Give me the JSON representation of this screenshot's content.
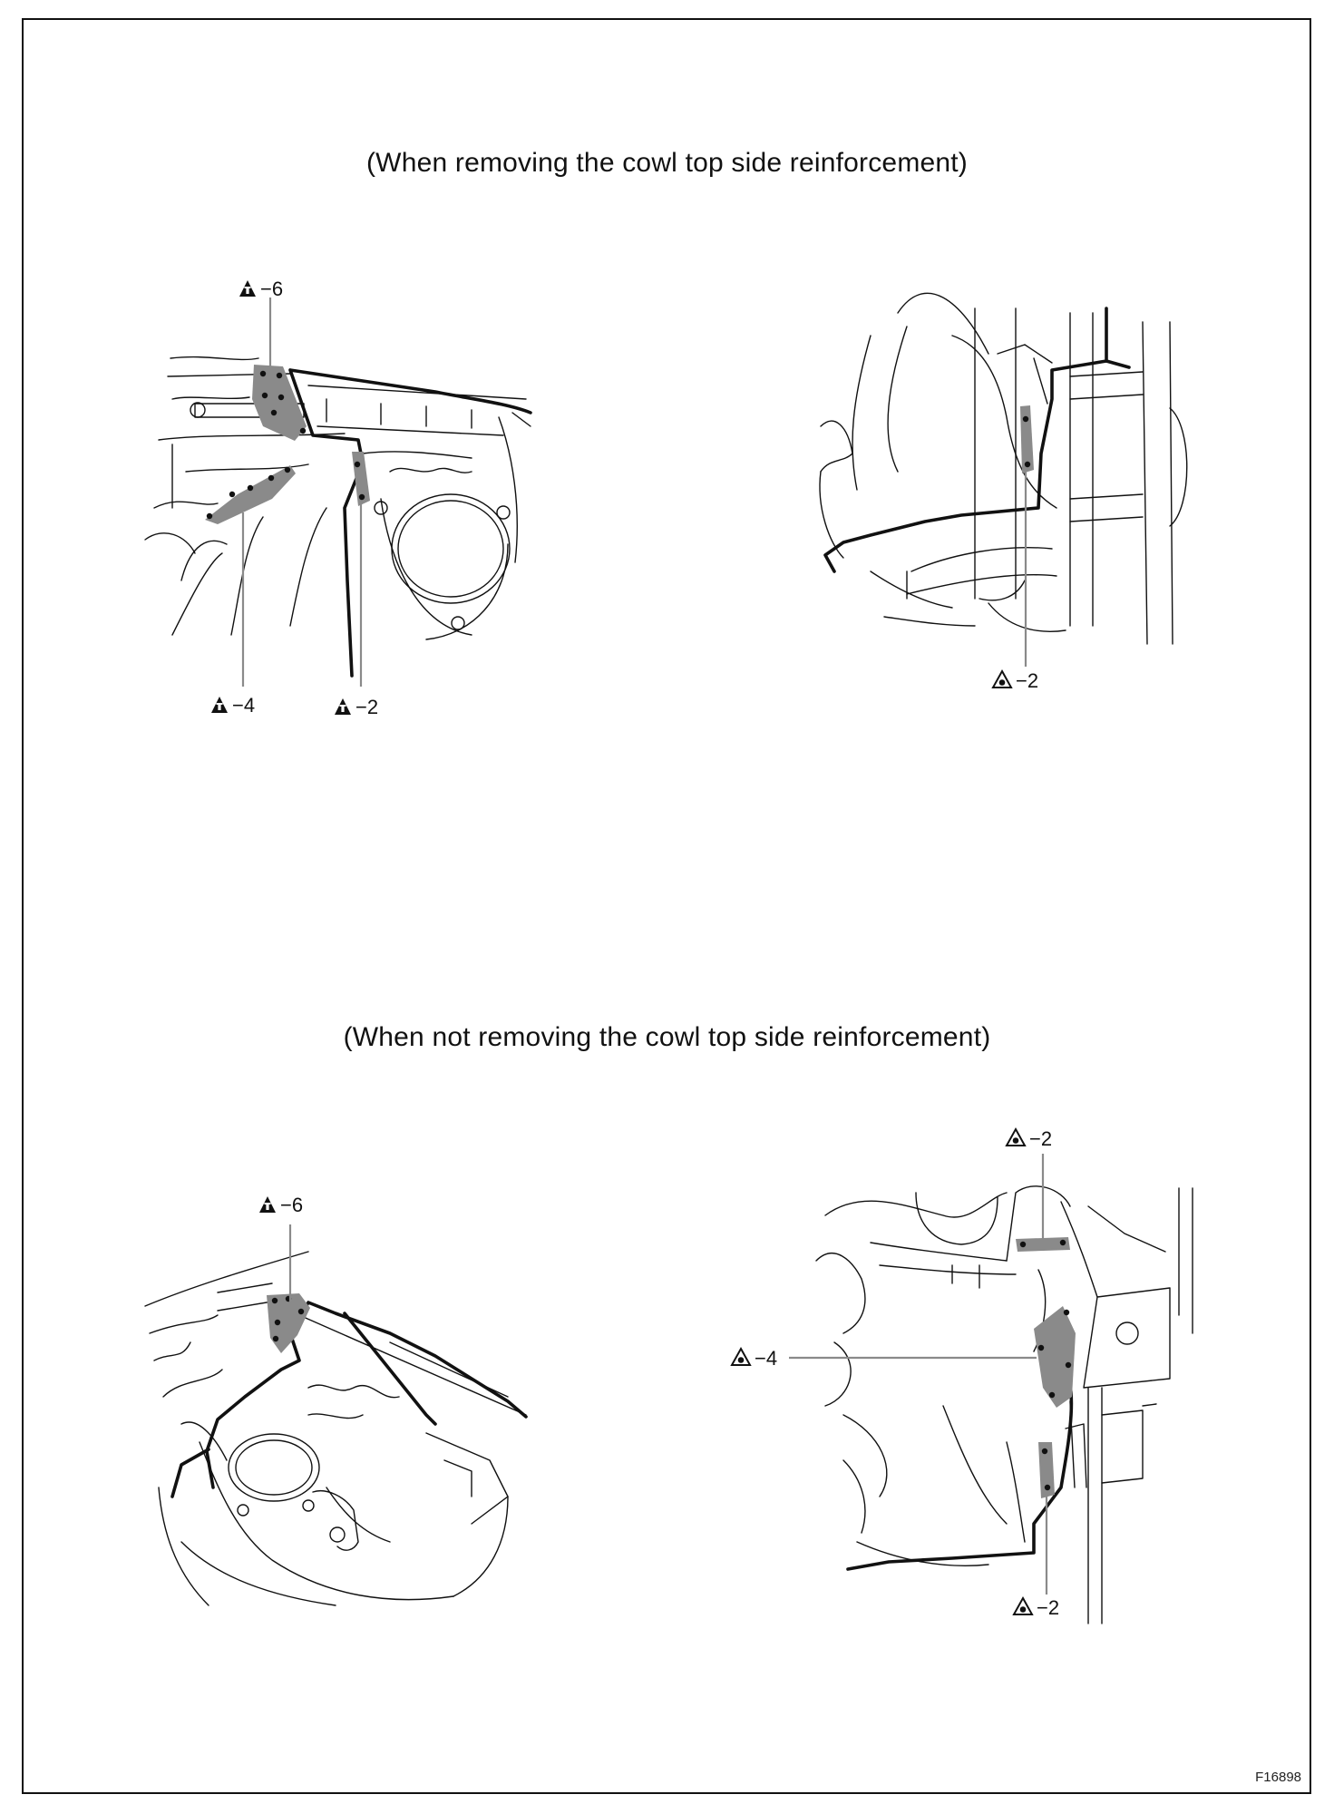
{
  "headings": {
    "top": "(When removing the cowl top side reinforcement)",
    "bottom": "(When not removing the cowl top side reinforcement)"
  },
  "figure_id": "F16898",
  "symbols": {
    "torch": "mig-plug-weld-icon",
    "circle": "spot-weld-icon"
  },
  "callouts": {
    "tl_top": "−6",
    "tl_left": "−4",
    "tl_right": "−2",
    "tr": "−2",
    "bl_top": "−6",
    "br_top": "−2",
    "br_mid": "−4",
    "br_bottom": "−2"
  },
  "colors": {
    "weld_area": "#8a8a8a",
    "line": "#111111"
  }
}
